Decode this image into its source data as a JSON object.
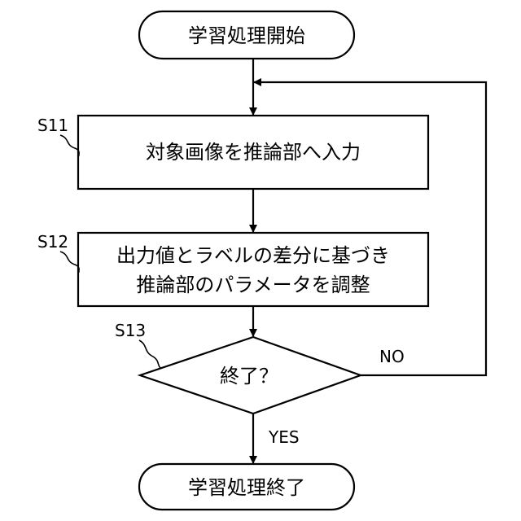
{
  "flowchart": {
    "start": {
      "text": "学習処理開始"
    },
    "step1": {
      "id": "S11",
      "text": "対象画像を推論部へ入力"
    },
    "step2": {
      "id": "S12",
      "line1": "出力値とラベルの差分に基づき",
      "line2": "推論部のパラメータを調整"
    },
    "decision": {
      "id": "S13",
      "text": "終了？",
      "no_label": "NO",
      "yes_label": "YES"
    },
    "end": {
      "text": "学習処理終了"
    }
  }
}
